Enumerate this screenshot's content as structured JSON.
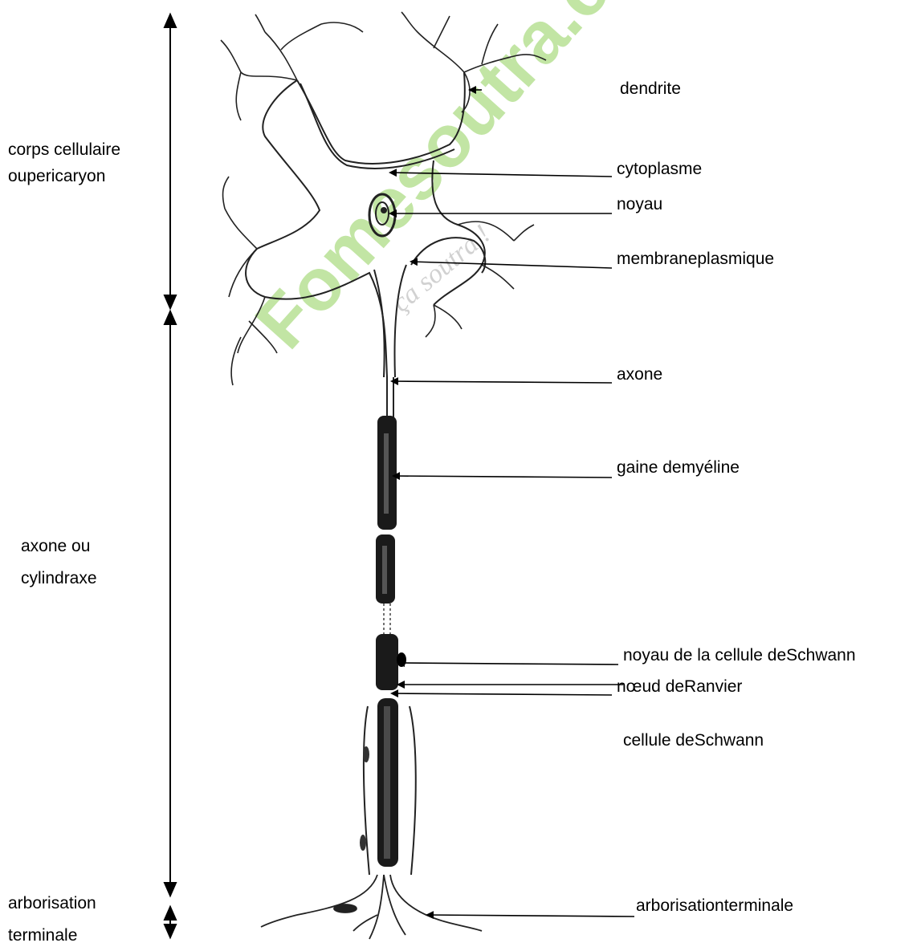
{
  "watermark": {
    "brand": "Fomesoutra.com",
    "tagline": "ça soutra !",
    "color": "#7fbf4a"
  },
  "sections": {
    "cell_body": {
      "line1": "corps cellulaire",
      "line2": "oupericaryon"
    },
    "axon": {
      "line1": "axone ou",
      "line2": "cylindraxe"
    },
    "terminal": {
      "line1": "arborisation",
      "line2": "terminale"
    }
  },
  "labels": {
    "dendrite": "dendrite",
    "cytoplasm": "cytoplasme",
    "nucleus": "noyau",
    "membrane": "membraneplasmique",
    "axon": "axone",
    "myelin": "gaine demyéline",
    "schwann_nucleus": "noyau de la cellule deSchwann",
    "ranvier": "nœud deRanvier",
    "schwann_cell": "cellule deSchwann",
    "terminal": "arborisationterminale"
  },
  "colors": {
    "ink": "#000000",
    "background": "#ffffff"
  }
}
